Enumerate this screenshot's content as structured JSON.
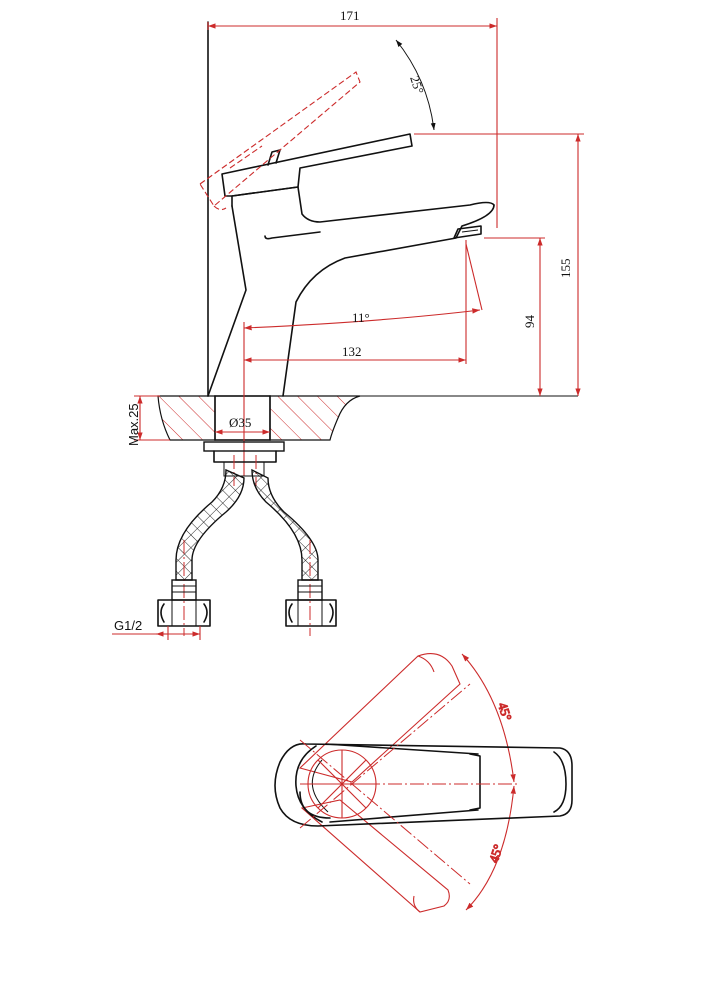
{
  "dimensions": {
    "overall_length": "171",
    "height": "155",
    "spout_height": "94",
    "spout_reach": "132",
    "hole_diameter": "Ø35",
    "max_counter_thickness": "Max.25",
    "thread": "G1/2"
  },
  "angles": {
    "lever_lift": "25°",
    "spout_tilt": "11°",
    "rotation_right": "45°",
    "rotation_left": "45°"
  },
  "colors": {
    "outline": "#111111",
    "dimension": "#cc2b2b"
  }
}
